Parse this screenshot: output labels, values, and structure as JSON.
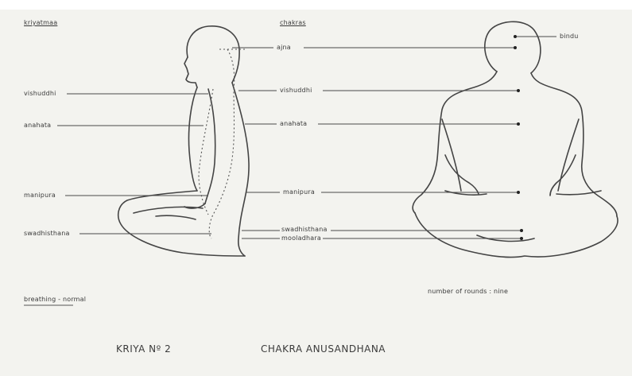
{
  "header_labels": {
    "left": "kriyatmaa",
    "center": "chakras",
    "right_top": "bindu"
  },
  "left_chakras": [
    {
      "key": "vishuddhi",
      "label": "vishuddhi"
    },
    {
      "key": "anahata",
      "label": "anahata"
    },
    {
      "key": "manipura",
      "label": "manipura"
    },
    {
      "key": "swadhisthana",
      "label": "swadhisthana"
    }
  ],
  "center_chakras": [
    {
      "key": "ajna",
      "label": "ajna"
    },
    {
      "key": "vishuddhi",
      "label": "vishuddhi"
    },
    {
      "key": "anahata",
      "label": "anahata"
    },
    {
      "key": "manipura",
      "label": "manipura"
    },
    {
      "key": "swadhisthana",
      "label": "swadhisthana"
    },
    {
      "key": "mooladhara",
      "label": "mooladhara"
    }
  ],
  "notes": {
    "breathing": "breathing - normal",
    "rounds": "number of rounds : nine"
  },
  "footer": {
    "kriya": "KRIYA Nº 2",
    "name": "CHAKRA   ANUSANDHANA"
  },
  "colors": {
    "paper": "#f3f3ef",
    "ink": "#3a3a3a",
    "line": "#4a4a4a"
  }
}
